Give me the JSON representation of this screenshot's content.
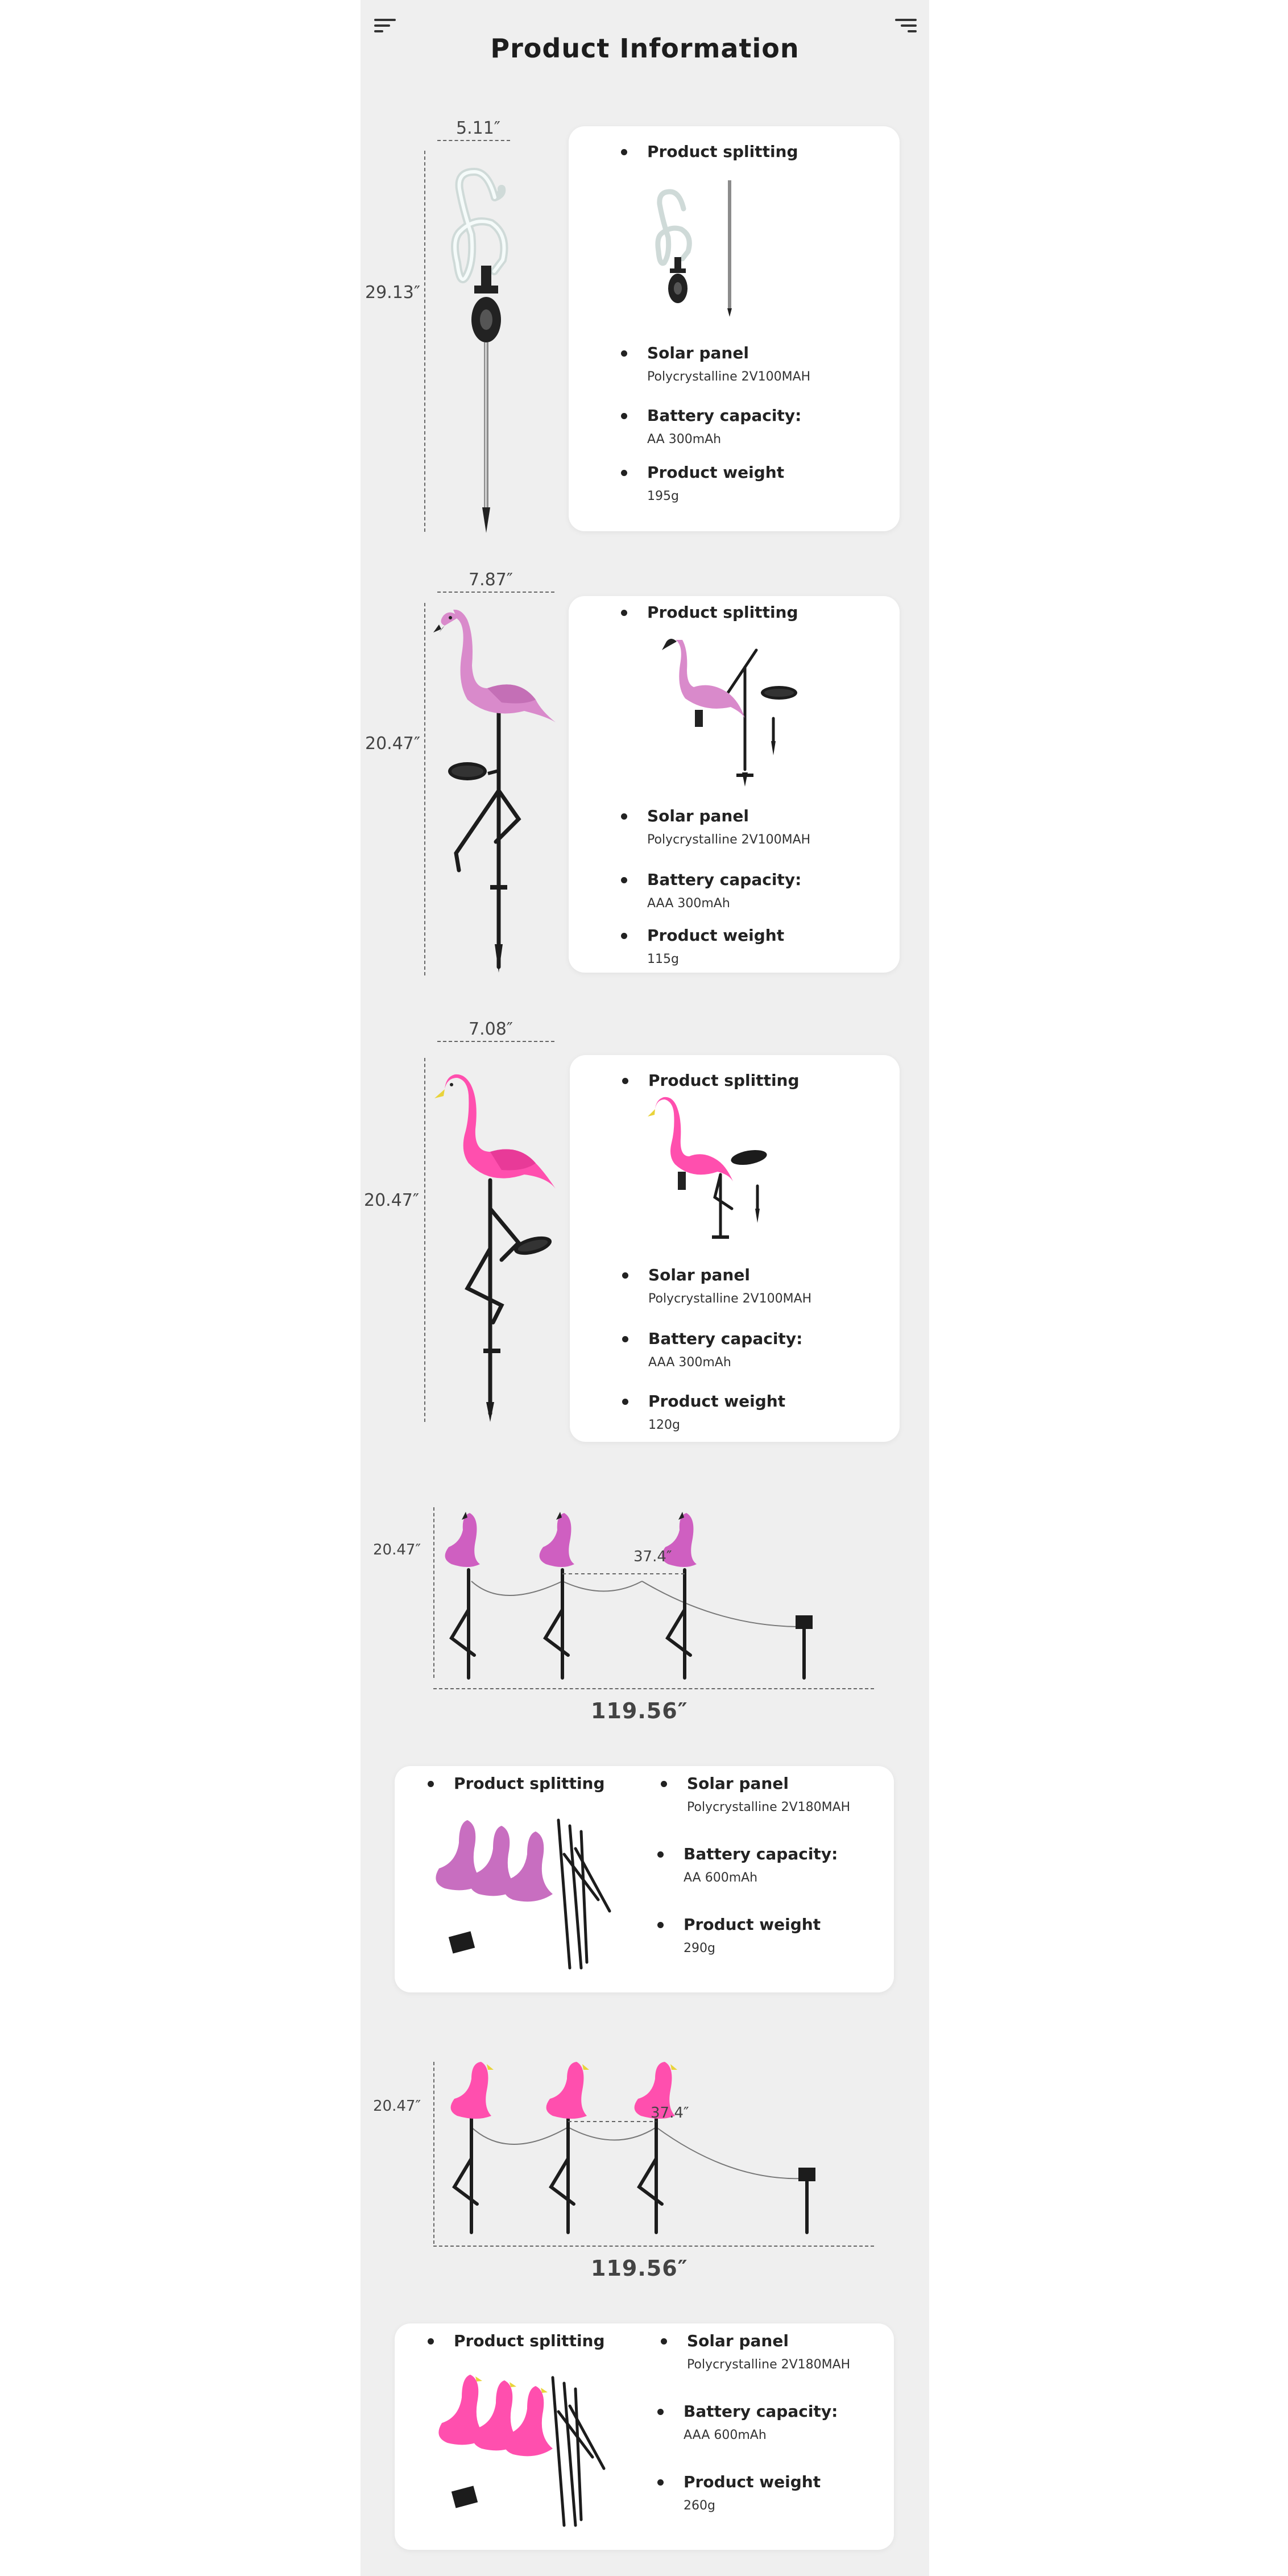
{
  "header": {
    "title": "Product Information",
    "left_icon": "menu-icon",
    "right_icon": "menu-icon"
  },
  "colors": {
    "background": "#efefef",
    "card": "#ffffff",
    "flamingo_light": "#d98acb",
    "flamingo_bright": "#ff4fae",
    "clear_acrylic": "#e8efee",
    "stake": "#1c1c1c"
  },
  "labels": {
    "splitting": "Product splitting",
    "solar": "Solar panel",
    "battery": "Battery capacity:",
    "weight": "Product weight"
  },
  "products": [
    {
      "width_dim": "5.11″",
      "height_dim": "29.13″",
      "solar_value": "Polycrystalline 2V100MAH",
      "battery_value": "AA 300mAh",
      "weight_value": "195g"
    },
    {
      "width_dim": "7.87″",
      "height_dim": "20.47″",
      "solar_value": "Polycrystalline 2V100MAH",
      "battery_value": "AAA 300mAh",
      "weight_value": "115g"
    },
    {
      "width_dim": "7.08″",
      "height_dim": "20.47″",
      "solar_value": "Polycrystalline 2V100MAH",
      "battery_value": "AAA 300mAh",
      "weight_value": "120g"
    }
  ],
  "sets": [
    {
      "height_dim": "20.47″",
      "spacing_dim": "37.4″",
      "total_dim": "119.56″",
      "solar_value": "Polycrystalline 2V180MAH",
      "battery_value": "AA 600mAh",
      "weight_value": "290g"
    },
    {
      "height_dim": "20.47″",
      "spacing_dim": "37.4″",
      "total_dim": "119.56″",
      "solar_value": "Polycrystalline 2V180MAH",
      "battery_value": "AAA 600mAh",
      "weight_value": "260g"
    }
  ]
}
